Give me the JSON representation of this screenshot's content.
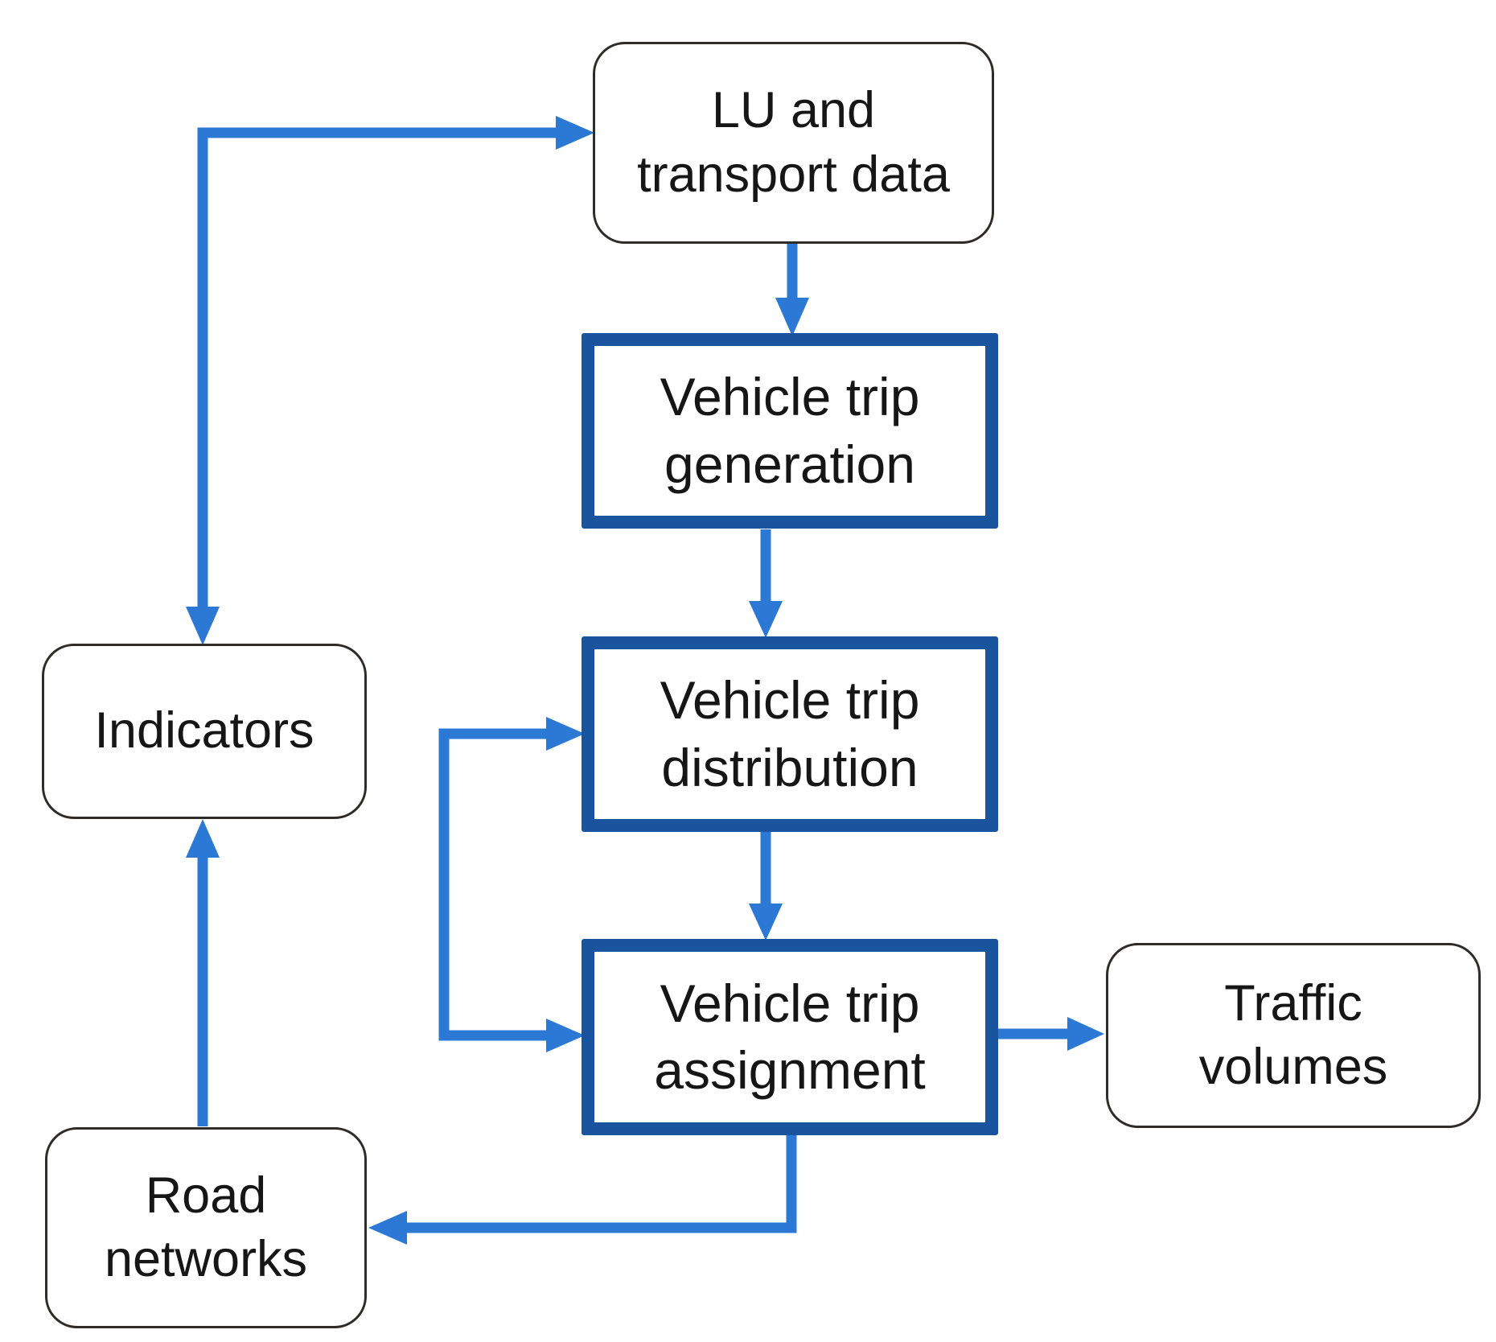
{
  "diagram": {
    "description": "Four-step travel demand model flowchart",
    "nodes": {
      "lu": {
        "lines": [
          "LU and",
          "transport data"
        ],
        "shape": "rounded-rectangle"
      },
      "generation": {
        "lines": [
          "Vehicle trip",
          "generation"
        ],
        "shape": "process-rectangle"
      },
      "distribution": {
        "lines": [
          "Vehicle trip",
          "distribution"
        ],
        "shape": "process-rectangle"
      },
      "assignment": {
        "lines": [
          "Vehicle trip",
          "assignment"
        ],
        "shape": "process-rectangle"
      },
      "indicators": {
        "lines": [
          "Indicators"
        ],
        "shape": "rounded-rectangle"
      },
      "road": {
        "lines": [
          "Road",
          "networks"
        ],
        "shape": "rounded-rectangle"
      },
      "traffic": {
        "lines": [
          "Traffic",
          "volumes"
        ],
        "shape": "rounded-rectangle"
      }
    },
    "edges": [
      {
        "id": "indicators-lu",
        "from": "Indicators",
        "to": "LU and transport data",
        "arrowheads": "both"
      },
      {
        "id": "lu-generation",
        "from": "LU and transport data",
        "to": "Vehicle trip generation",
        "arrowheads": "end"
      },
      {
        "id": "generation-distribution",
        "from": "Vehicle trip generation",
        "to": "Vehicle trip distribution",
        "arrowheads": "end"
      },
      {
        "id": "feedback-loop",
        "from": "iteration loop",
        "to": "Vehicle trip distribution and Vehicle trip assignment",
        "arrowheads": "both"
      },
      {
        "id": "distribution-assignment",
        "from": "Vehicle trip distribution",
        "to": "Vehicle trip assignment",
        "arrowheads": "end"
      },
      {
        "id": "assignment-traffic",
        "from": "Vehicle trip assignment",
        "to": "Traffic volumes",
        "arrowheads": "end"
      },
      {
        "id": "assignment-road",
        "from": "Vehicle trip assignment",
        "to": "Road networks",
        "arrowheads": "end"
      },
      {
        "id": "road-indicators",
        "from": "Road networks",
        "to": "Indicators",
        "arrowheads": "end"
      }
    ],
    "colors": {
      "arrow_blue": "#2b79d4",
      "process_border_blue": "#1b549e",
      "rounded_border": "#2e2b29",
      "text": "#161616",
      "background": "#ffffff"
    }
  }
}
